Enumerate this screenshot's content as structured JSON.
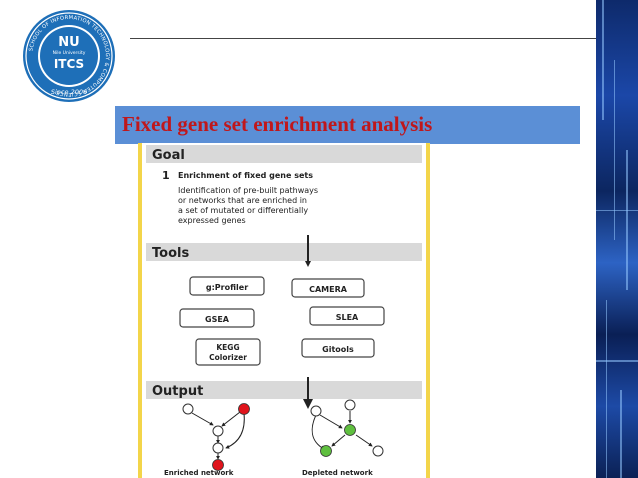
{
  "logo": {
    "ring_text": "SCHOOL OF INFORMATION TECHNOLOGY & COMPUTER SCIENCE",
    "mark": "NU",
    "university": "Nile University",
    "name": "ITCS",
    "since": "Since 2006"
  },
  "slide": {
    "title": "Fixed gene set enrichment analysis"
  },
  "figure": {
    "goal_header": "Goal",
    "goal_number": "1",
    "goal_title": "Enrichment of fixed gene sets",
    "goal_desc": [
      "Identification of pre-built pathways",
      "or networks that are enriched in",
      "a set of mutated or differentially",
      "expressed genes"
    ],
    "tools_header": "Tools",
    "tools": {
      "gprofiler": "g:Profiler",
      "camera": "CAMERA",
      "gsea": "GSEA",
      "slea": "SLEA",
      "kegg_line1": "KEGG",
      "kegg_line2": "Colorizer",
      "gitools": "Gitools"
    },
    "output_header": "Output",
    "enriched_label": "Enriched network",
    "depleted_label": "Depleted network"
  },
  "colors": {
    "title_bar": "#5b8fd6",
    "title_text": "#c0171b",
    "section_header_bg": "#d9d9d9",
    "enriched_node": "#e0141c",
    "depleted_node": "#5fbf3f",
    "figure_border": "#f3d54a",
    "logo_blue": "#1e6fb8"
  }
}
